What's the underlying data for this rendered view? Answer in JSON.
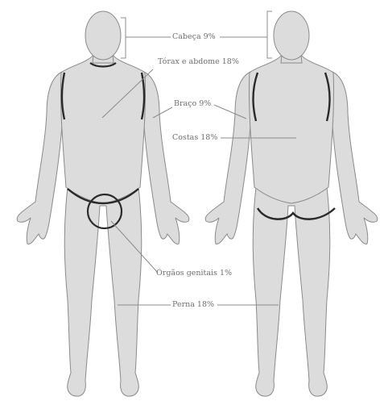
{
  "labels": {
    "head": "Cabeça 9%",
    "torso": "Tórax e abdome 18%",
    "arm": "Braço 9%",
    "back": "Costas 18%",
    "genitals": "Órgãos genitais 1%",
    "leg": "Perna 18%"
  },
  "colors": {
    "body_fill": "#dcdcdc",
    "body_outline": "#8a8a8a",
    "region_outline": "#2a2a2a",
    "leader_line": "#8c8c8c",
    "label_text": "#6e6e6e"
  }
}
